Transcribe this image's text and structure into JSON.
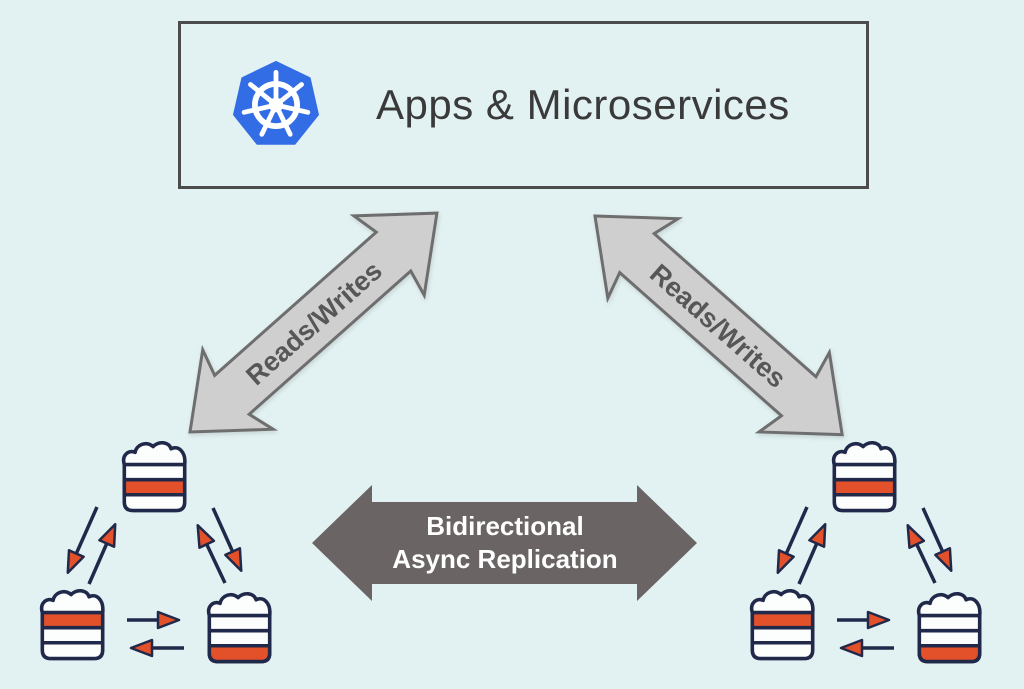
{
  "header": {
    "title": "Apps & Microservices",
    "logo": "kubernetes"
  },
  "flow_arrows": {
    "left": {
      "label": "Reads/Writes"
    },
    "right": {
      "label": "Reads/Writes"
    },
    "center": {
      "label_line1": "Bidirectional",
      "label_line2": "Async Replication"
    }
  },
  "clusters": {
    "left": {
      "name": "database-cluster-left",
      "node_count": 3
    },
    "right": {
      "name": "database-cluster-right",
      "node_count": 3
    }
  },
  "colors": {
    "background": "#e2f1f2",
    "box_border": "#4c4c4c",
    "title_text": "#3a3a3a",
    "kubernetes_blue": "#326de6",
    "gray_arrow_fill": "#cfcfcf",
    "gray_arrow_stroke": "#6e6e6e",
    "gray_arrow_label": "#575757",
    "dark_arrow_fill": "#6a6464",
    "dark_arrow_text": "#ffffff",
    "db_outline_navy": "#20294a",
    "db_accent_orange": "#e3512b",
    "db_fill": "#fcfdfd"
  }
}
